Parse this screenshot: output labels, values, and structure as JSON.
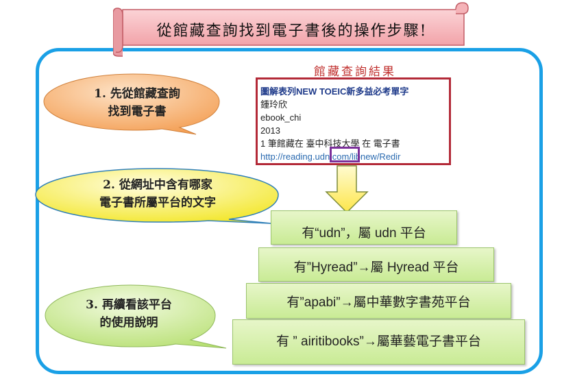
{
  "banner": {
    "title": "從館藏查詢找到電子書後的操作步驟!"
  },
  "result": {
    "heading": "館藏查詢結果",
    "lines": {
      "title": "圖解表列NEW TOEIC新多益必考單字",
      "author": "鍾玲欣",
      "collection": "ebook_chi",
      "year": "2013",
      "holdings": "1 筆館藏在 臺中科技大學 在 電子書",
      "url": "http://reading.udn.com/libnew/Redir"
    }
  },
  "steps": {
    "step1": {
      "line1": "1. 先從館藏查詢",
      "line2": "找到電子書"
    },
    "step2": {
      "line1": "2.  從網址中含有哪家",
      "line2": "電子書所屬平台的文字"
    },
    "step3": {
      "line1": "3. 再續看該平台",
      "line2": "的使用說明"
    }
  },
  "platforms": [
    {
      "label": "有“udn”，屬 udn 平台"
    },
    {
      "label": "有”Hyread”→屬 Hyread 平台"
    },
    {
      "label": "有”apabi”→屬中華數字書苑平台"
    },
    {
      "label": "有 ” airitibooks”→屬華藝電子書平台"
    }
  ],
  "colors": {
    "frame": "#1aa0e6",
    "banner_fill": "#f5b3b8",
    "result_border": "#b32a38",
    "udn_highlight": "#7b2f9a",
    "arrow_fill": "#fff27a",
    "bubble1": "#f7a35c",
    "bubble2": "#f5ef3d",
    "bubble3": "#c9e98e",
    "platform_box": "#d6f0aa"
  }
}
